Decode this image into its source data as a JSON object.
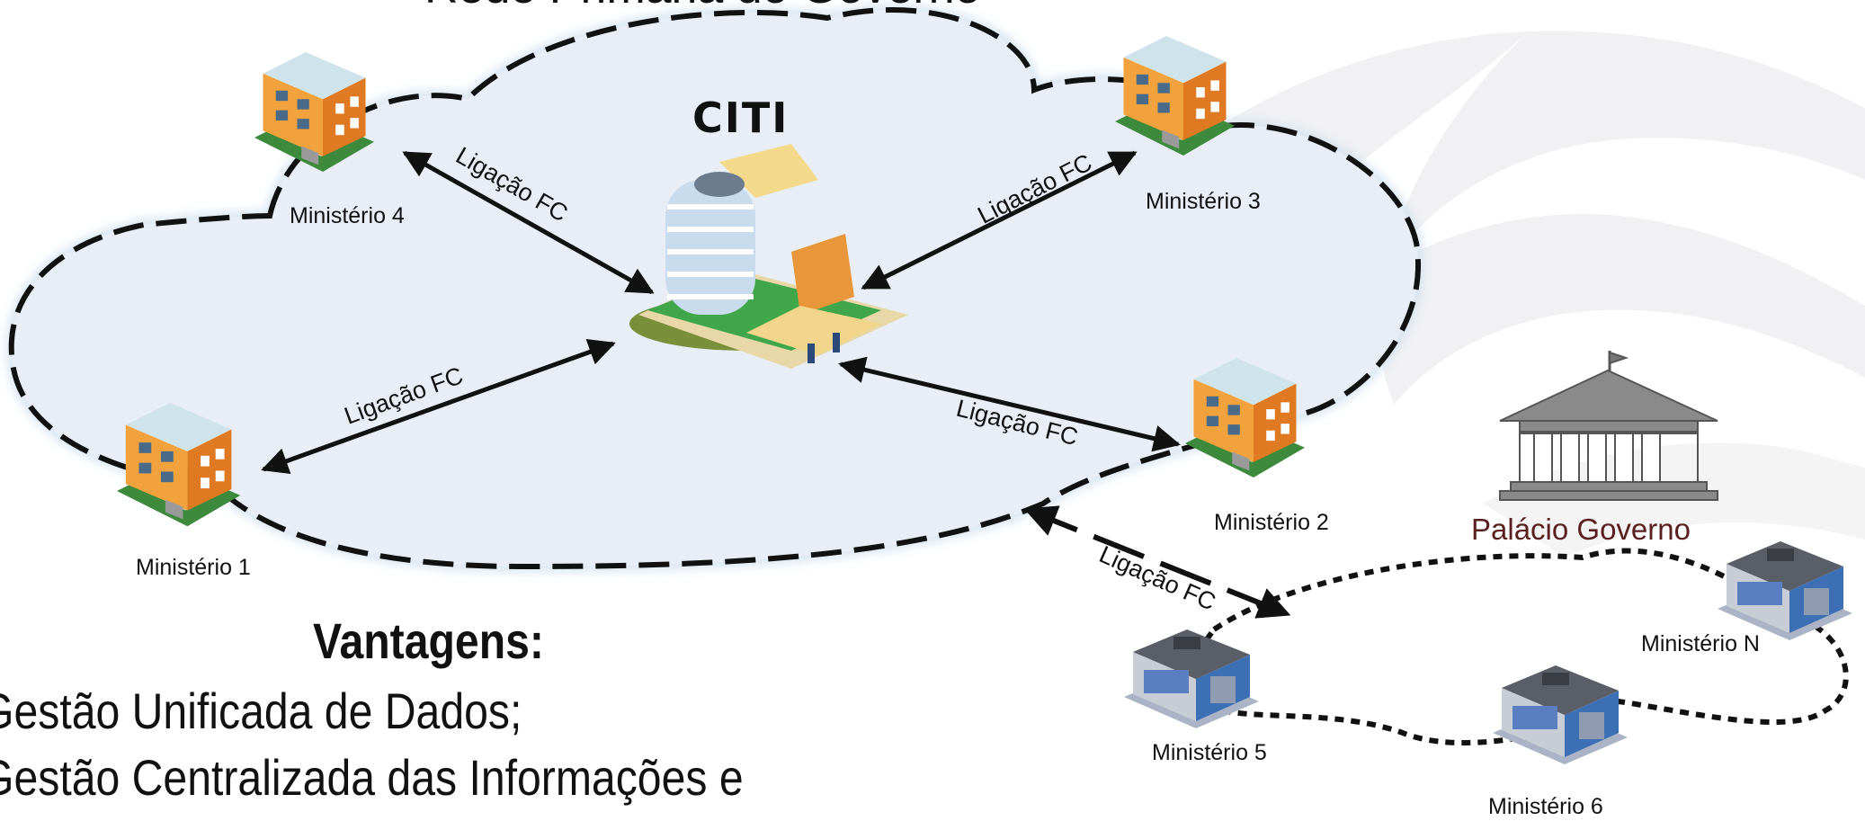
{
  "title": "Rede Primária do Governo",
  "center": {
    "label": "CITI"
  },
  "ministries": {
    "m1": "Ministério 1",
    "m2": "Ministério 2",
    "m3": "Ministério 3",
    "m4": "Ministério 4",
    "m5": "Ministério 5",
    "m6": "Ministério 6",
    "mn": "Ministério N"
  },
  "palacio": "Palácio Governo",
  "link_label": "Ligação FC",
  "advantages": {
    "title": "Vantagens:",
    "items": [
      "Gestão Unificada de Dados;",
      "Gestão Centralizada das Informações e"
    ]
  },
  "colors": {
    "cloud_fill": "#e9eef6",
    "cloud_stroke": "#111111",
    "palacio_text": "#5a1f1f",
    "watermark": "#f1f1f3"
  }
}
